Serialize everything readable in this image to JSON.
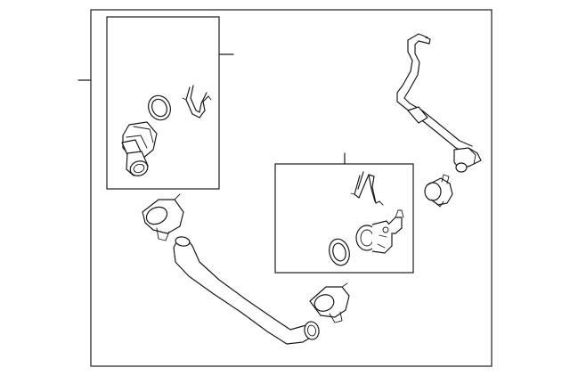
{
  "diagram": {
    "line_color": "#1a1a1a",
    "background": "#ffffff",
    "parts": [
      "main-frame",
      "upper-left-kit-box",
      "center-kit-box",
      "lower-hose",
      "bypass-pipe",
      "hose-clamps",
      "thermostat-housing",
      "o-rings",
      "retaining-clips"
    ]
  }
}
